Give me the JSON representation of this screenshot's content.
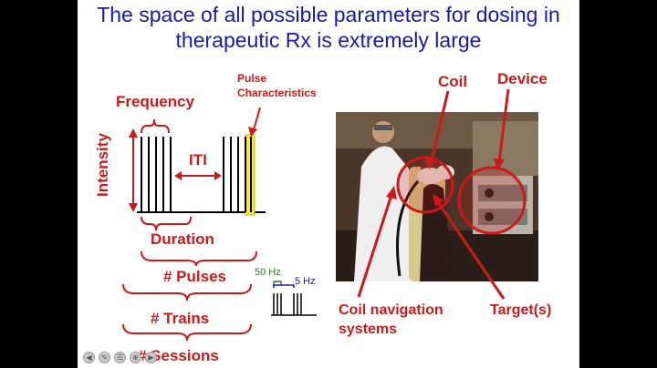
{
  "slide": {
    "title_line1": "The space of all possible parameters for dosing in",
    "title_line2": "therapeutic Rx is extremely large"
  },
  "labels": {
    "frequency": "Frequency",
    "pulse_characteristics_1": "Pulse",
    "pulse_characteristics_2": "Characteristics",
    "intensity": "Intensity",
    "iti": "ITI",
    "duration": "Duration",
    "pulses": "# Pulses",
    "trains": "# Trains",
    "sessions": "# Sessions",
    "hz50": "50 Hz",
    "hz5": "5 Hz",
    "coil": "Coil",
    "device": "Device",
    "coil_nav_1": "Coil navigation",
    "coil_nav_2": "systems",
    "targets": "Target(s)"
  },
  "colors": {
    "title": "#1a1aa6",
    "label_red": "#cc1a1a",
    "highlight": "#f5e64a",
    "hz50_green": "#2a7a2a",
    "hz5_blue": "#1a1aa6"
  }
}
